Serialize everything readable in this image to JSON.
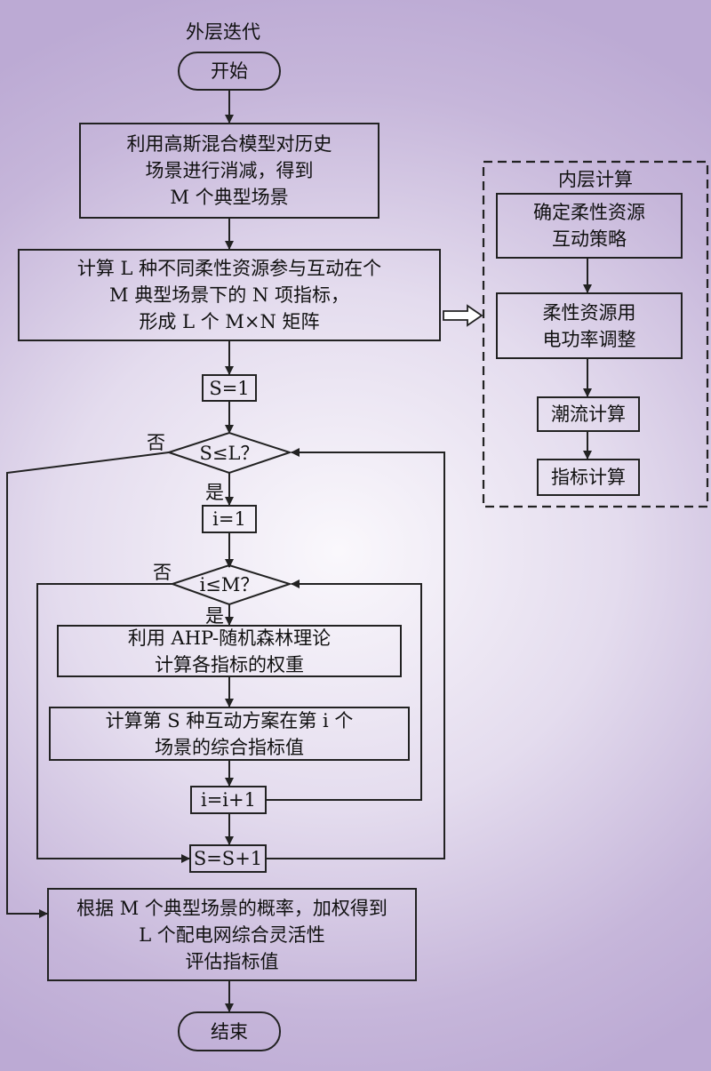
{
  "outer_title": "外层迭代",
  "start_label": "开始",
  "end_label": "结束",
  "step1": [
    "利用高斯混合模型对历史",
    "场景进行消减，得到",
    "M 个典型场景"
  ],
  "step2": [
    "计算 L 种不同柔性资源参与互动在个",
    "M 典型场景下的 N 项指标，",
    "形成 L 个 M×N 矩阵"
  ],
  "init_s": "S=1",
  "cond_outer": "S≤L？",
  "init_i": "i=1",
  "cond_inner": "i≤M？",
  "yes_label": "是",
  "no_label": "否",
  "step_weight": [
    "利用 AHP-随机森林理论",
    "计算各指标的权重"
  ],
  "step_value": [
    "计算第 S 种互动方案在第 i 个",
    "场景的综合指标值"
  ],
  "inc_i": "i=i+1",
  "inc_s": "S=S+1",
  "final_step": [
    "根据 M 个典型场景的概率，加权得到",
    "L 个配电网综合灵活性",
    "评估指标值"
  ],
  "inner_panel": {
    "title": "内层计算",
    "steps": [
      [
        "确定柔性资源",
        "互动策略"
      ],
      [
        "柔性资源用",
        "电功率调整"
      ],
      [
        "潮流计算"
      ],
      [
        "指标计算"
      ]
    ]
  }
}
